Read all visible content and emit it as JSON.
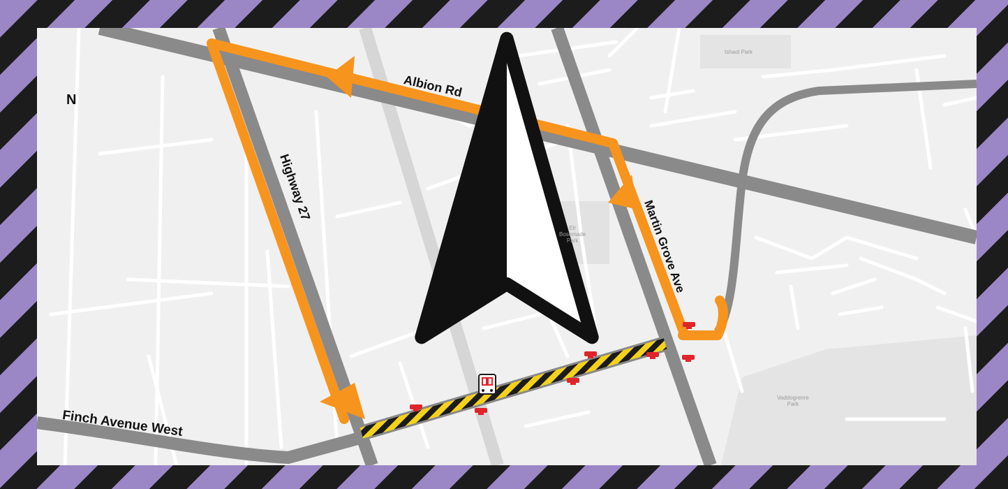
{
  "map": {
    "north_label": "N",
    "road_labels": {
      "albion": "Albion Rd",
      "highway27": "Highway 27",
      "martin_grove": "Martin Grove Ave",
      "finch": "Finch Avenue West"
    },
    "park_labels": {
      "park_top_right": "Ishaol Park",
      "park_center": "Elr\nBosemade\nPark",
      "park_bottom_right": "Vaddogrenre\nPark"
    },
    "legend_colors": {
      "detour": "#f7941d",
      "closure_stripe_dark": "#1b1b1b",
      "closure_stripe_light": "#f5d21a",
      "major_road": "#8a8a8a",
      "minor_road": "#ffffff",
      "stop_marker": "#e0242b"
    },
    "icons": [
      "north-arrow-icon",
      "bus-stop-icon",
      "bus-icon"
    ]
  }
}
